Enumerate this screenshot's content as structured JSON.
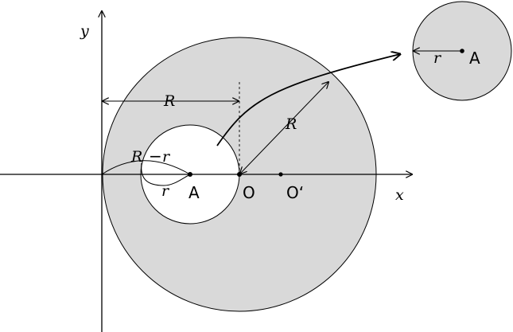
{
  "axes": {
    "x_label": "x",
    "y_label": "y"
  },
  "points": {
    "A": "A",
    "O": "O",
    "O_prime": "O‘",
    "A_inset": "A"
  },
  "labels": {
    "R_horizontal": "R",
    "R_diagonal": "R",
    "R_minus": "R",
    "minus_sign": "−",
    "r_main": "r",
    "r_inner": "r",
    "r_inset": "r"
  },
  "colors": {
    "disk_fill": "#d9d9d9",
    "stroke": "#000000",
    "background": "#ffffff"
  }
}
